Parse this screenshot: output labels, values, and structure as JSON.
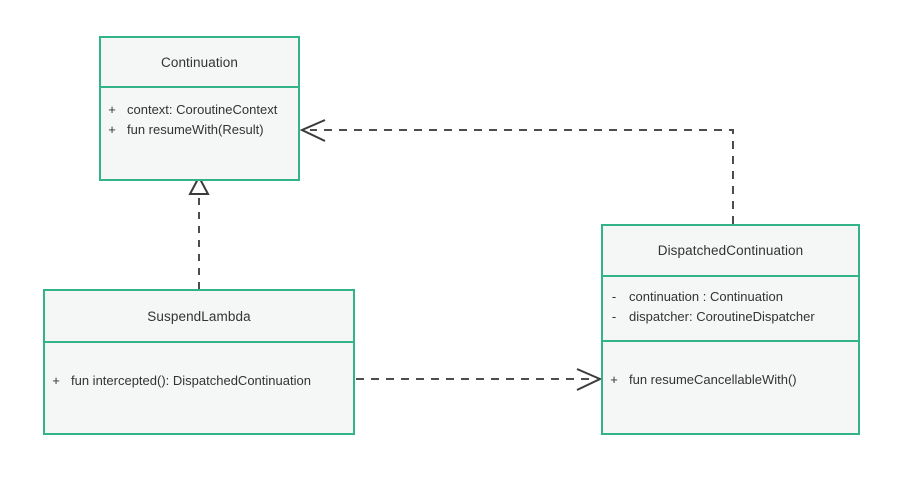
{
  "diagram": {
    "type": "uml-class-diagram",
    "background_color": "#ffffff",
    "accent_color": "#33b38a",
    "fill_color": "#f4f7f5",
    "text_color": "#333333",
    "edge_color": "#4d4d4d",
    "classes": [
      {
        "id": "continuation",
        "name": "Continuation",
        "attributes": [
          {
            "visibility": "+",
            "label": "context: CoroutineContext"
          }
        ],
        "operations": [
          {
            "visibility": "+",
            "label": "fun resumeWith(Result)"
          }
        ]
      },
      {
        "id": "suspendlambda",
        "name": "SuspendLambda",
        "attributes": [],
        "operations": [
          {
            "visibility": "+",
            "label": "fun intercepted(): DispatchedContinuation"
          }
        ]
      },
      {
        "id": "dispatchedcontinuation",
        "name": "DispatchedContinuation",
        "attributes": [
          {
            "visibility": "-",
            "label": "continuation : Continuation"
          },
          {
            "visibility": "-",
            "label": "dispatcher: CoroutineDispatcher"
          }
        ],
        "operations": [
          {
            "visibility": "+",
            "label": "fun resumeCancellableWith()"
          }
        ]
      }
    ],
    "edges": [
      {
        "id": "realization-suspendlambda-continuation",
        "kind": "realization",
        "line_style": "dashed",
        "arrowhead": "hollow-triangle",
        "from": "SuspendLambda",
        "to": "Continuation"
      },
      {
        "id": "dependency-dispatchedcontinuation-continuation",
        "kind": "dependency",
        "line_style": "dashed",
        "arrowhead": "open-arrow",
        "from": "DispatchedContinuation",
        "to": "Continuation"
      },
      {
        "id": "dependency-suspendlambda-dispatchedcontinuation",
        "kind": "dependency",
        "line_style": "dashed",
        "arrowhead": "open-arrow",
        "from": "SuspendLambda",
        "to": "DispatchedContinuation"
      }
    ]
  }
}
